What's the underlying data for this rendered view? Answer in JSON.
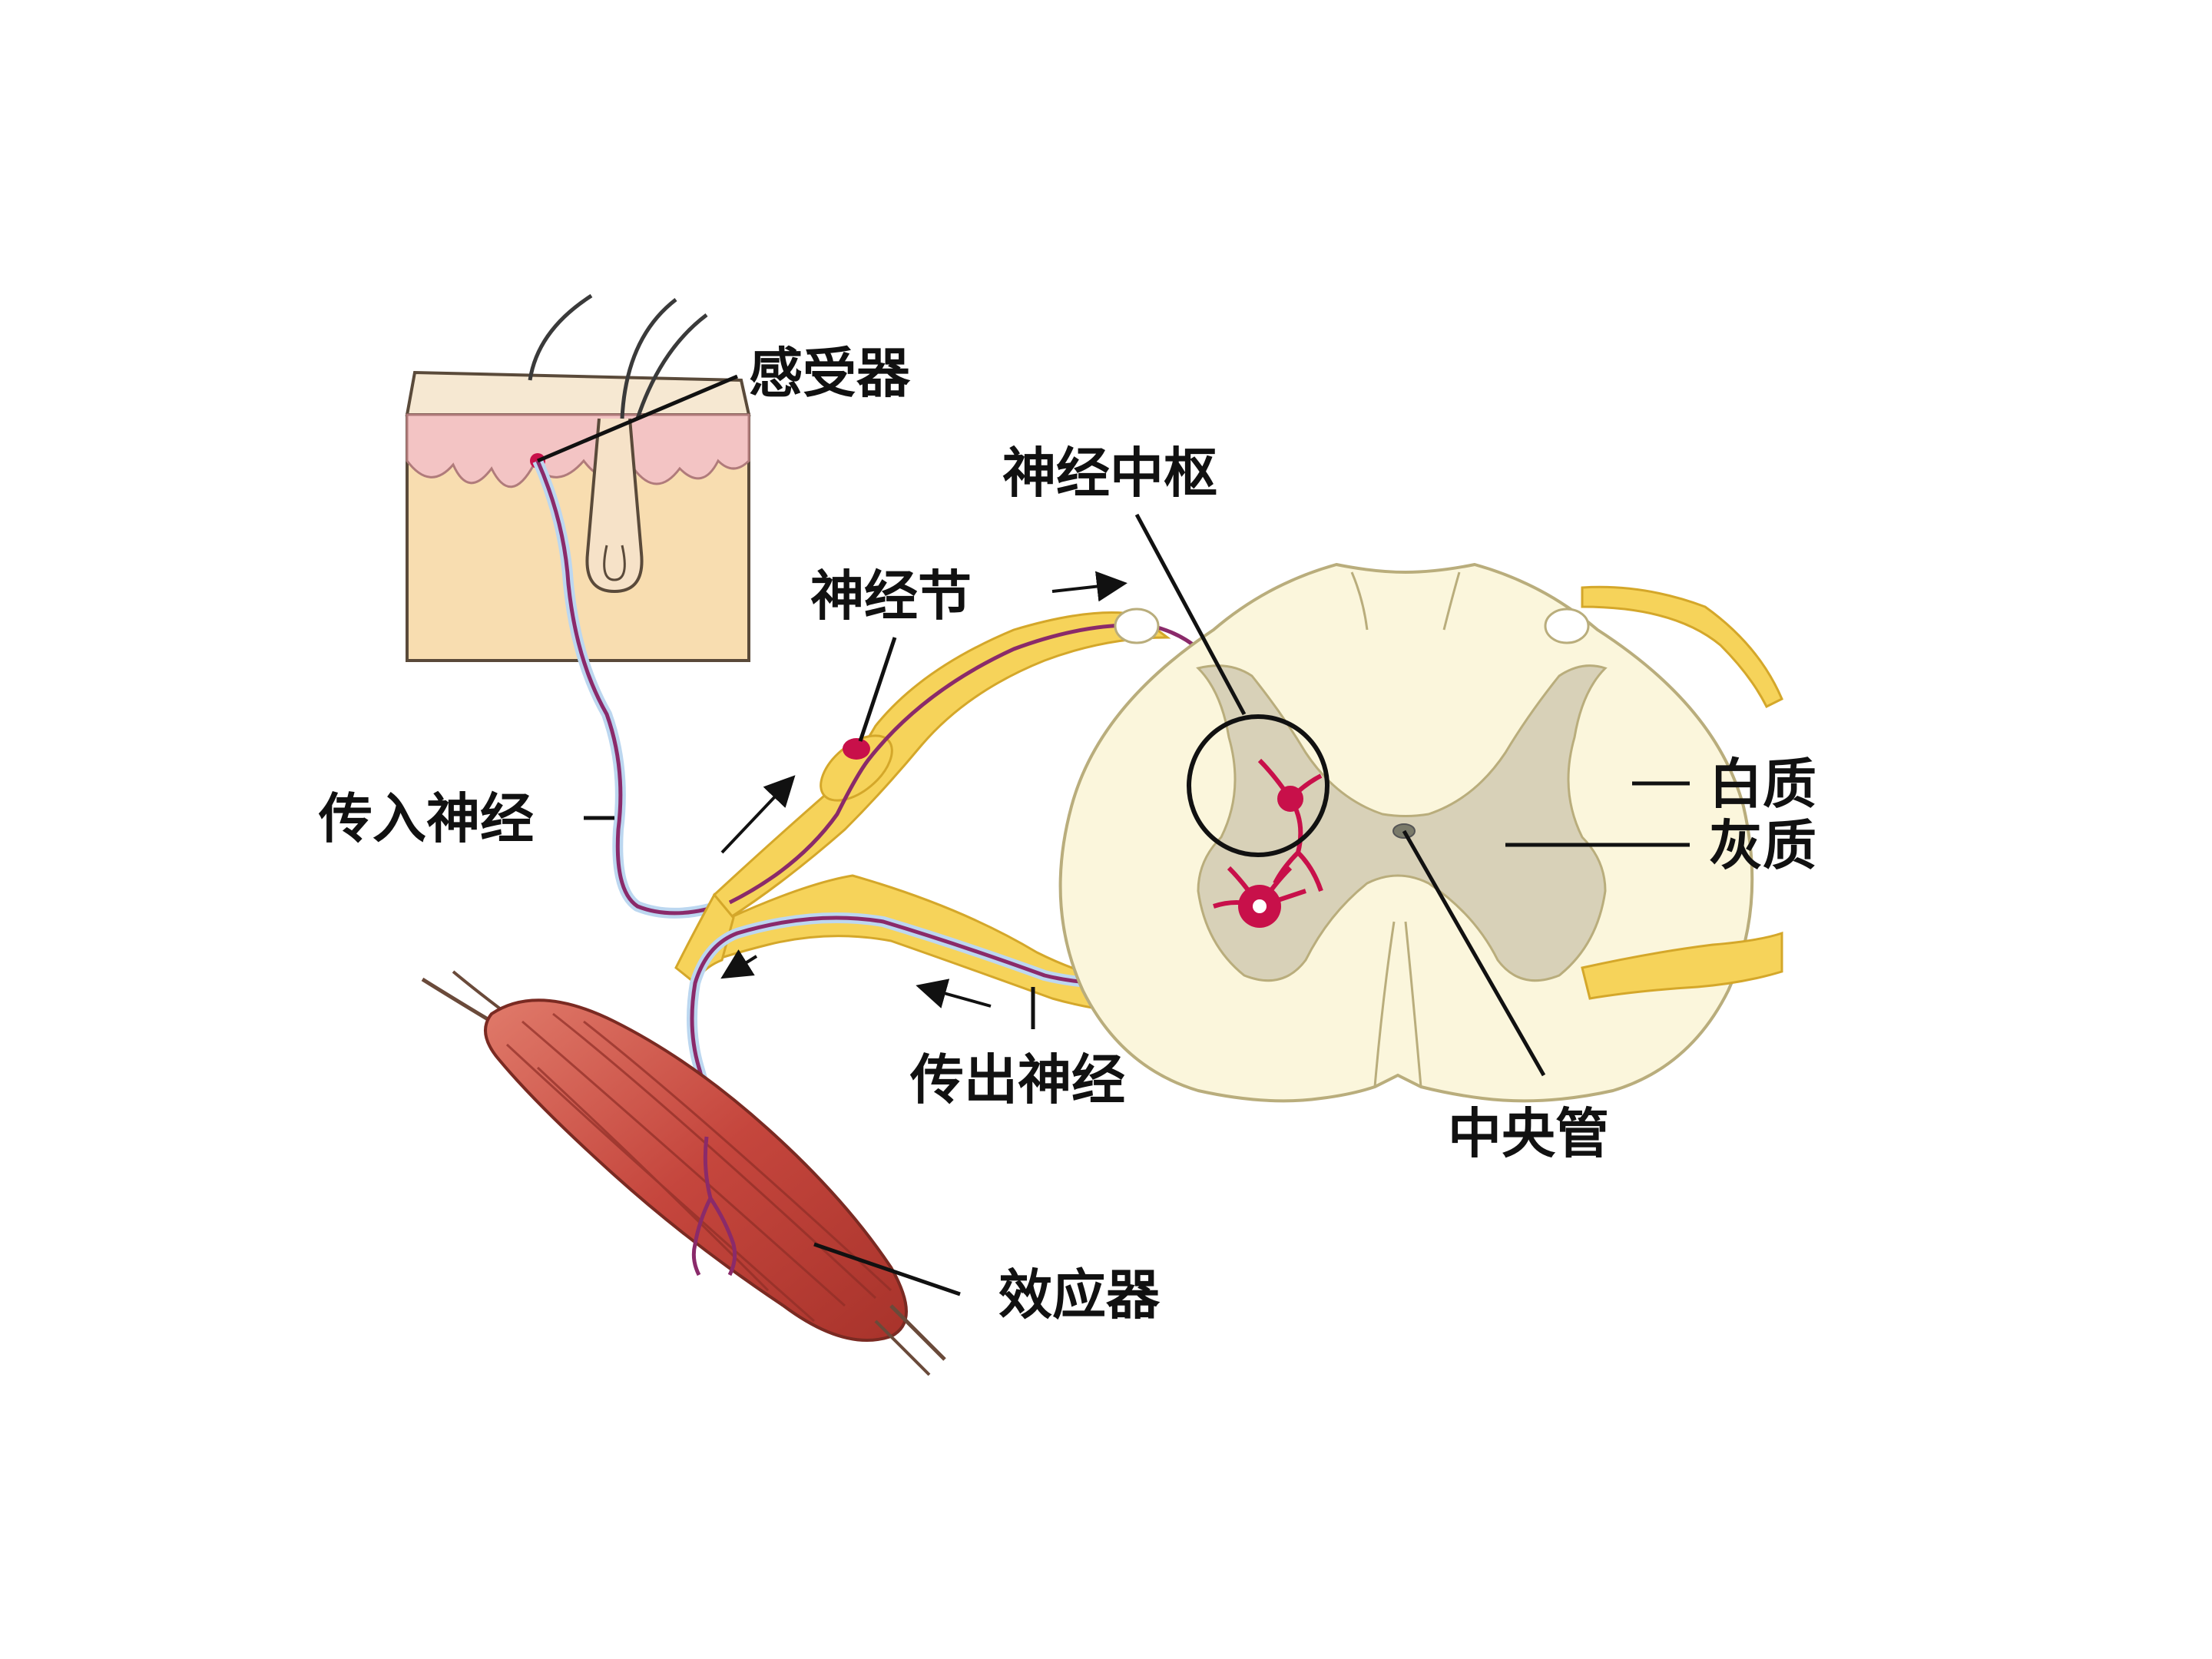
{
  "labels": {
    "receptor": "感受器",
    "center": "神经中枢",
    "ganglion": "神经节",
    "afferent": "传入神经",
    "efferent": "传出神经",
    "effector": "效应器",
    "white_matter": "白质",
    "gray_matter": "灰质",
    "central_canal": "中央管"
  },
  "colors": {
    "skin_surface": "#f6e8d2",
    "epidermis": "#f3c7c7",
    "dermis": "#f7ddb4",
    "nerve_yellow": "#f6d35a",
    "nerve_fiber": "#8a2a6a",
    "neuron": "#c8104a",
    "white_matter": "#fbf6dc",
    "gray_matter": "#d8d1b8",
    "muscle": "#c5463d"
  },
  "icons": {
    "direction_arrow": "arrow-icon"
  }
}
